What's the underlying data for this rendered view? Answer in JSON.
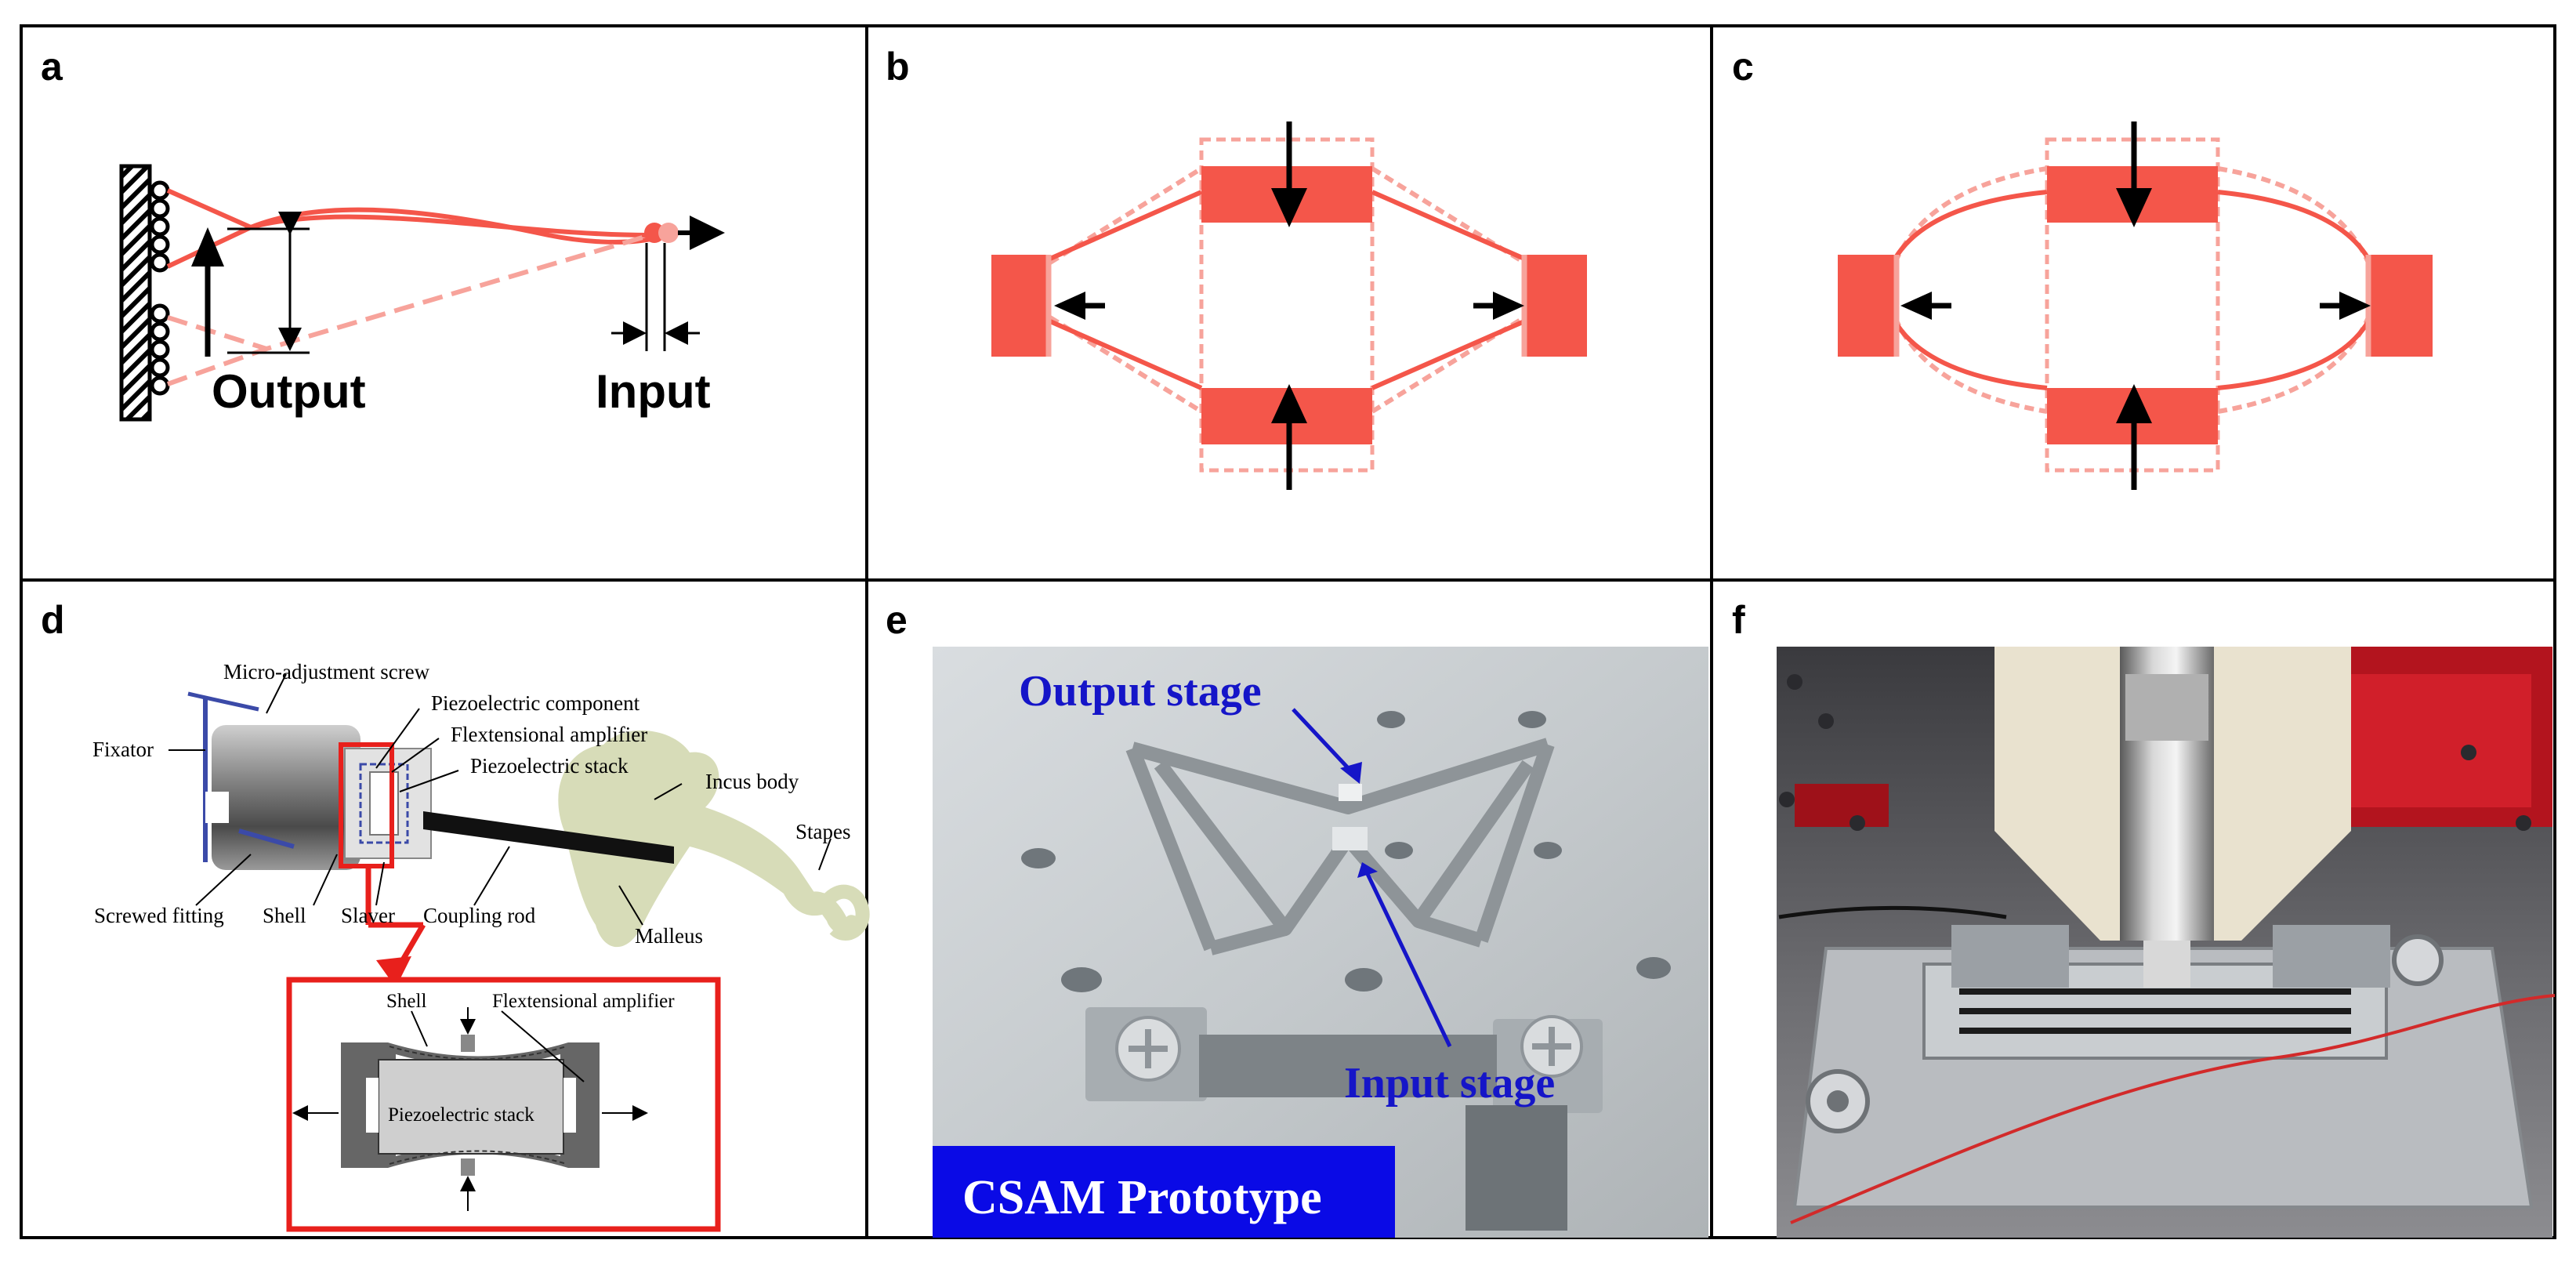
{
  "panels": {
    "a": {
      "label": "a",
      "output_label": "Output",
      "input_label": "Input"
    },
    "b": {
      "label": "b"
    },
    "c": {
      "label": "c"
    },
    "d": {
      "label": "d",
      "labels": {
        "micro_adjustment_screw": "Micro-adjustment screw",
        "piezoelectric_component": "Piezoelectric component",
        "flextensional_amplifier": "Flextensional amplifier",
        "piezoelectric_stack": "Piezoelectric stack",
        "fixator": "Fixator",
        "incus_body": "Incus body",
        "stapes": "Stapes",
        "screwed_fitting": "Screwed fitting",
        "shell": "Shell",
        "slaver": "Slaver",
        "coupling_rod": "Coupling rod",
        "malleus": "Malleus"
      },
      "inset": {
        "shell": "Shell",
        "flextensional_amplifier": "Flextensional amplifier",
        "piezoelectric_stack": "Piezoelectric stack"
      }
    },
    "e": {
      "label": "e",
      "output_stage": "Output stage",
      "input_stage": "Input stage",
      "banner": "CSAM Prototype"
    },
    "f": {
      "label": "f"
    }
  },
  "colors": {
    "accent_red": "#f4564a",
    "faded_red": "#f7a39b",
    "inset_red": "#e8201c",
    "photo_blue": "#1515c8",
    "banner_blue": "#0a0ae6",
    "anatomy_green": "#d7dcb8"
  }
}
